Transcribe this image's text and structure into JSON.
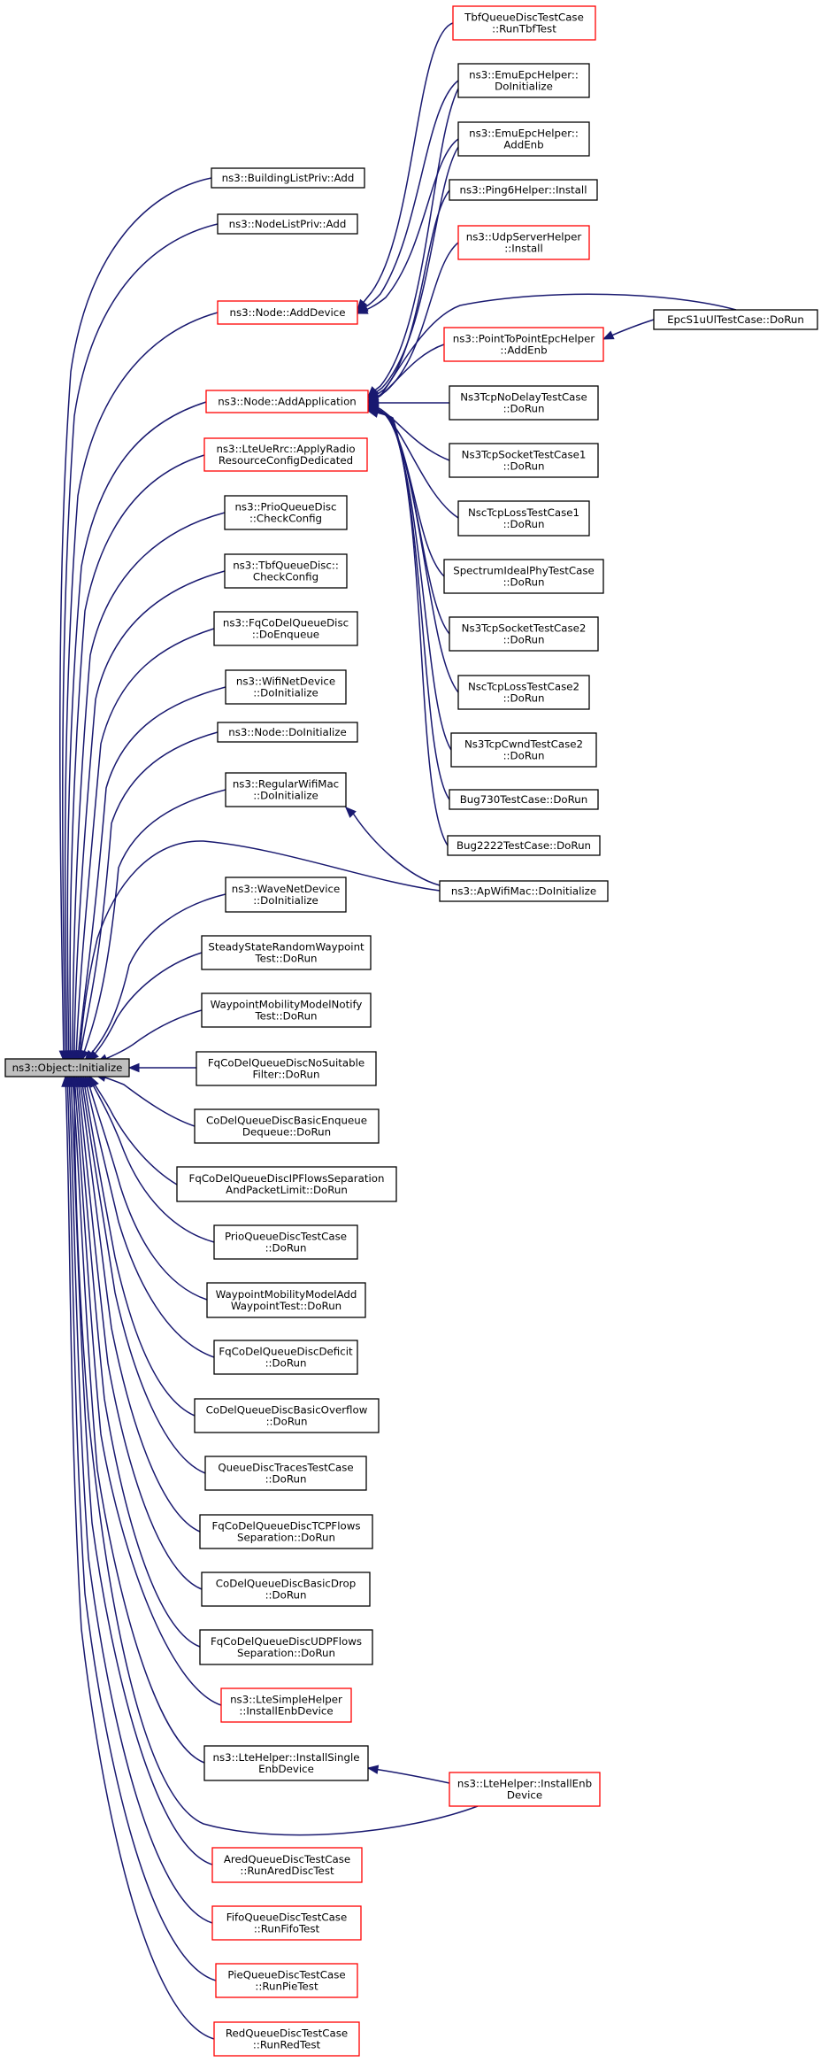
{
  "nodes": [
    {
      "id": "object_initialize",
      "lines": [
        "ns3::Object::Initialize"
      ],
      "style": "root"
    },
    {
      "id": "building_list_add",
      "lines": [
        "ns3::BuildingListPriv::Add"
      ],
      "style": "black"
    },
    {
      "id": "node_list_add",
      "lines": [
        "ns3::NodeListPriv::Add"
      ],
      "style": "black"
    },
    {
      "id": "node_add_device",
      "lines": [
        "ns3::Node::AddDevice"
      ],
      "style": "red"
    },
    {
      "id": "node_add_application",
      "lines": [
        "ns3::Node::AddApplication"
      ],
      "style": "red"
    },
    {
      "id": "lte_ue_rrc_apply",
      "lines": [
        "ns3::LteUeRrc::ApplyRadio",
        "ResourceConfigDedicated"
      ],
      "style": "red"
    },
    {
      "id": "prio_check_config",
      "lines": [
        "ns3::PrioQueueDisc",
        "::CheckConfig"
      ],
      "style": "black"
    },
    {
      "id": "tbf_check_config",
      "lines": [
        "ns3::TbfQueueDisc::",
        "CheckConfig"
      ],
      "style": "black"
    },
    {
      "id": "fq_codel_do_enqueue",
      "lines": [
        "ns3::FqCoDelQueueDisc",
        "::DoEnqueue"
      ],
      "style": "black"
    },
    {
      "id": "wifi_net_device_do_init",
      "lines": [
        "ns3::WifiNetDevice",
        "::DoInitialize"
      ],
      "style": "black"
    },
    {
      "id": "node_do_init",
      "lines": [
        "ns3::Node::DoInitialize"
      ],
      "style": "black"
    },
    {
      "id": "regular_wifi_mac_do_init",
      "lines": [
        "ns3::RegularWifiMac",
        "::DoInitialize"
      ],
      "style": "black"
    },
    {
      "id": "wave_net_device_do_init",
      "lines": [
        "ns3::WaveNetDevice",
        "::DoInitialize"
      ],
      "style": "black"
    },
    {
      "id": "steady_state_rwp",
      "lines": [
        "SteadyStateRandomWaypoint",
        "Test::DoRun"
      ],
      "style": "black"
    },
    {
      "id": "waypoint_notify",
      "lines": [
        "WaypointMobilityModelNotify",
        "Test::DoRun"
      ],
      "style": "black"
    },
    {
      "id": "fq_codel_no_suitable",
      "lines": [
        "FqCoDelQueueDiscNoSuitable",
        "Filter::DoRun"
      ],
      "style": "black"
    },
    {
      "id": "codel_basic_enqueue",
      "lines": [
        "CoDelQueueDiscBasicEnqueue",
        "Dequeue::DoRun"
      ],
      "style": "black"
    },
    {
      "id": "fq_codel_ipflows",
      "lines": [
        "FqCoDelQueueDiscIPFlowsSeparation",
        "AndPacketLimit::DoRun"
      ],
      "style": "black"
    },
    {
      "id": "prio_test_case",
      "lines": [
        "PrioQueueDiscTestCase",
        "::DoRun"
      ],
      "style": "black"
    },
    {
      "id": "waypoint_add",
      "lines": [
        "WaypointMobilityModelAdd",
        "WaypointTest::DoRun"
      ],
      "style": "black"
    },
    {
      "id": "fq_codel_deficit",
      "lines": [
        "FqCoDelQueueDiscDeficit",
        "::DoRun"
      ],
      "style": "black"
    },
    {
      "id": "codel_basic_overflow",
      "lines": [
        "CoDelQueueDiscBasicOverflow",
        "::DoRun"
      ],
      "style": "black"
    },
    {
      "id": "queue_disc_traces",
      "lines": [
        "QueueDiscTracesTestCase",
        "::DoRun"
      ],
      "style": "black"
    },
    {
      "id": "fq_codel_tcp",
      "lines": [
        "FqCoDelQueueDiscTCPFlows",
        "Separation::DoRun"
      ],
      "style": "black"
    },
    {
      "id": "codel_basic_drop",
      "lines": [
        "CoDelQueueDiscBasicDrop",
        "::DoRun"
      ],
      "style": "black"
    },
    {
      "id": "fq_codel_udp",
      "lines": [
        "FqCoDelQueueDiscUDPFlows",
        "Separation::DoRun"
      ],
      "style": "black"
    },
    {
      "id": "lte_simple_install",
      "lines": [
        "ns3::LteSimpleHelper",
        "::InstallEnbDevice"
      ],
      "style": "red"
    },
    {
      "id": "lte_helper_install_single",
      "lines": [
        "ns3::LteHelper::InstallSingle",
        "EnbDevice"
      ],
      "style": "black"
    },
    {
      "id": "ared_test",
      "lines": [
        "AredQueueDiscTestCase",
        "::RunAredDiscTest"
      ],
      "style": "red"
    },
    {
      "id": "fifo_test",
      "lines": [
        "FifoQueueDiscTestCase",
        "::RunFifoTest"
      ],
      "style": "red"
    },
    {
      "id": "pie_test",
      "lines": [
        "PieQueueDiscTestCase",
        "::RunPieTest"
      ],
      "style": "red"
    },
    {
      "id": "red_test",
      "lines": [
        "RedQueueDiscTestCase",
        "::RunRedTest"
      ],
      "style": "red"
    },
    {
      "id": "tbf_test",
      "lines": [
        "TbfQueueDiscTestCase",
        "::RunTbfTest"
      ],
      "style": "red"
    },
    {
      "id": "emu_epc_do_init",
      "lines": [
        "ns3::EmuEpcHelper::",
        "DoInitialize"
      ],
      "style": "black"
    },
    {
      "id": "emu_epc_add_enb",
      "lines": [
        "ns3::EmuEpcHelper::",
        "AddEnb"
      ],
      "style": "black"
    },
    {
      "id": "ping6_install",
      "lines": [
        "ns3::Ping6Helper::Install"
      ],
      "style": "black"
    },
    {
      "id": "udp_server_install",
      "lines": [
        "ns3::UdpServerHelper",
        "::Install"
      ],
      "style": "red"
    },
    {
      "id": "p2p_epc_add_enb",
      "lines": [
        "ns3::PointToPointEpcHelper",
        "::AddEnb"
      ],
      "style": "red"
    },
    {
      "id": "ns3tcp_nodelay",
      "lines": [
        "Ns3TcpNoDelayTestCase",
        "::DoRun"
      ],
      "style": "black"
    },
    {
      "id": "ns3tcp_socket1",
      "lines": [
        "Ns3TcpSocketTestCase1",
        "::DoRun"
      ],
      "style": "black"
    },
    {
      "id": "nsc_tcp_loss1",
      "lines": [
        "NscTcpLossTestCase1",
        "::DoRun"
      ],
      "style": "black"
    },
    {
      "id": "spectrum_ideal",
      "lines": [
        "SpectrumIdealPhyTestCase",
        "::DoRun"
      ],
      "style": "black"
    },
    {
      "id": "ns3tcp_socket2",
      "lines": [
        "Ns3TcpSocketTestCase2",
        "::DoRun"
      ],
      "style": "black"
    },
    {
      "id": "nsc_tcp_loss2",
      "lines": [
        "NscTcpLossTestCase2",
        "::DoRun"
      ],
      "style": "black"
    },
    {
      "id": "ns3tcp_cwnd2",
      "lines": [
        "Ns3TcpCwndTestCase2",
        "::DoRun"
      ],
      "style": "black"
    },
    {
      "id": "bug730",
      "lines": [
        "Bug730TestCase::DoRun"
      ],
      "style": "black"
    },
    {
      "id": "bug2222",
      "lines": [
        "Bug2222TestCase::DoRun"
      ],
      "style": "black"
    },
    {
      "id": "ap_wifi_mac_do_init",
      "lines": [
        "ns3::ApWifiMac::DoInitialize"
      ],
      "style": "black"
    },
    {
      "id": "lte_helper_install_enb",
      "lines": [
        "ns3::LteHelper::InstallEnb",
        "Device"
      ],
      "style": "red"
    },
    {
      "id": "epc_s1u_ul",
      "lines": [
        "EpcS1uUlTestCase::DoRun"
      ],
      "style": "black"
    }
  ],
  "edges": [
    {
      "from": "building_list_add",
      "to": "object_initialize"
    },
    {
      "from": "node_list_add",
      "to": "object_initialize"
    },
    {
      "from": "node_add_device",
      "to": "object_initialize"
    },
    {
      "from": "node_add_application",
      "to": "object_initialize"
    },
    {
      "from": "lte_ue_rrc_apply",
      "to": "object_initialize"
    },
    {
      "from": "prio_check_config",
      "to": "object_initialize"
    },
    {
      "from": "tbf_check_config",
      "to": "object_initialize"
    },
    {
      "from": "fq_codel_do_enqueue",
      "to": "object_initialize"
    },
    {
      "from": "wifi_net_device_do_init",
      "to": "object_initialize"
    },
    {
      "from": "node_do_init",
      "to": "object_initialize"
    },
    {
      "from": "regular_wifi_mac_do_init",
      "to": "object_initialize"
    },
    {
      "from": "wave_net_device_do_init",
      "to": "object_initialize"
    },
    {
      "from": "steady_state_rwp",
      "to": "object_initialize"
    },
    {
      "from": "waypoint_notify",
      "to": "object_initialize"
    },
    {
      "from": "fq_codel_no_suitable",
      "to": "object_initialize"
    },
    {
      "from": "codel_basic_enqueue",
      "to": "object_initialize"
    },
    {
      "from": "fq_codel_ipflows",
      "to": "object_initialize"
    },
    {
      "from": "prio_test_case",
      "to": "object_initialize"
    },
    {
      "from": "waypoint_add",
      "to": "object_initialize"
    },
    {
      "from": "fq_codel_deficit",
      "to": "object_initialize"
    },
    {
      "from": "codel_basic_overflow",
      "to": "object_initialize"
    },
    {
      "from": "queue_disc_traces",
      "to": "object_initialize"
    },
    {
      "from": "fq_codel_tcp",
      "to": "object_initialize"
    },
    {
      "from": "codel_basic_drop",
      "to": "object_initialize"
    },
    {
      "from": "fq_codel_udp",
      "to": "object_initialize"
    },
    {
      "from": "lte_simple_install",
      "to": "object_initialize"
    },
    {
      "from": "lte_helper_install_single",
      "to": "object_initialize"
    },
    {
      "from": "ared_test",
      "to": "object_initialize"
    },
    {
      "from": "fifo_test",
      "to": "object_initialize"
    },
    {
      "from": "pie_test",
      "to": "object_initialize"
    },
    {
      "from": "red_test",
      "to": "object_initialize"
    },
    {
      "from": "ap_wifi_mac_do_init",
      "to": "object_initialize"
    },
    {
      "from": "lte_helper_install_enb",
      "to": "object_initialize"
    },
    {
      "from": "tbf_test",
      "to": "node_add_device"
    },
    {
      "from": "emu_epc_do_init",
      "to": "node_add_device"
    },
    {
      "from": "emu_epc_add_enb",
      "to": "node_add_device"
    },
    {
      "from": "emu_epc_do_init",
      "to": "node_add_application"
    },
    {
      "from": "emu_epc_add_enb",
      "to": "node_add_application"
    },
    {
      "from": "ping6_install",
      "to": "node_add_application"
    },
    {
      "from": "udp_server_install",
      "to": "node_add_application"
    },
    {
      "from": "p2p_epc_add_enb",
      "to": "node_add_application"
    },
    {
      "from": "epc_s1u_ul",
      "to": "node_add_application"
    },
    {
      "from": "ns3tcp_nodelay",
      "to": "node_add_application"
    },
    {
      "from": "ns3tcp_socket1",
      "to": "node_add_application"
    },
    {
      "from": "nsc_tcp_loss1",
      "to": "node_add_application"
    },
    {
      "from": "spectrum_ideal",
      "to": "node_add_application"
    },
    {
      "from": "ns3tcp_socket2",
      "to": "node_add_application"
    },
    {
      "from": "nsc_tcp_loss2",
      "to": "node_add_application"
    },
    {
      "from": "ns3tcp_cwnd2",
      "to": "node_add_application"
    },
    {
      "from": "bug730",
      "to": "node_add_application"
    },
    {
      "from": "bug2222",
      "to": "node_add_application"
    },
    {
      "from": "ap_wifi_mac_do_init",
      "to": "regular_wifi_mac_do_init"
    },
    {
      "from": "lte_helper_install_enb",
      "to": "lte_helper_install_single"
    },
    {
      "from": "epc_s1u_ul",
      "to": "p2p_epc_add_enb"
    }
  ]
}
